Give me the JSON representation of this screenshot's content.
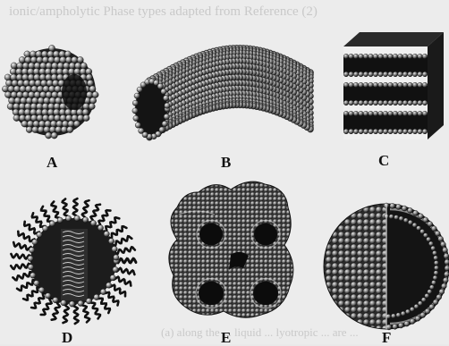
{
  "header_ghost_text": "ionic/ampholytic Phase types adapted from Reference (2)",
  "footer_ghost_text": "(a) along the ... liquid ... lyotropic ... are ...",
  "panels": [
    {
      "label": "A",
      "structure": "spherical-micelle"
    },
    {
      "label": "B",
      "structure": "cylindrical-micelle"
    },
    {
      "label": "C",
      "structure": "lamellar-bilayer"
    },
    {
      "label": "D",
      "structure": "reverse-micelle"
    },
    {
      "label": "E",
      "structure": "bicontinuous-cubic"
    },
    {
      "label": "F",
      "structure": "vesicle-cutaway"
    }
  ],
  "colors": {
    "background": "#ececec",
    "ink": "#111111",
    "sphere_light": "#d8d8d8",
    "sphere_dark": "#1a1a1a"
  }
}
